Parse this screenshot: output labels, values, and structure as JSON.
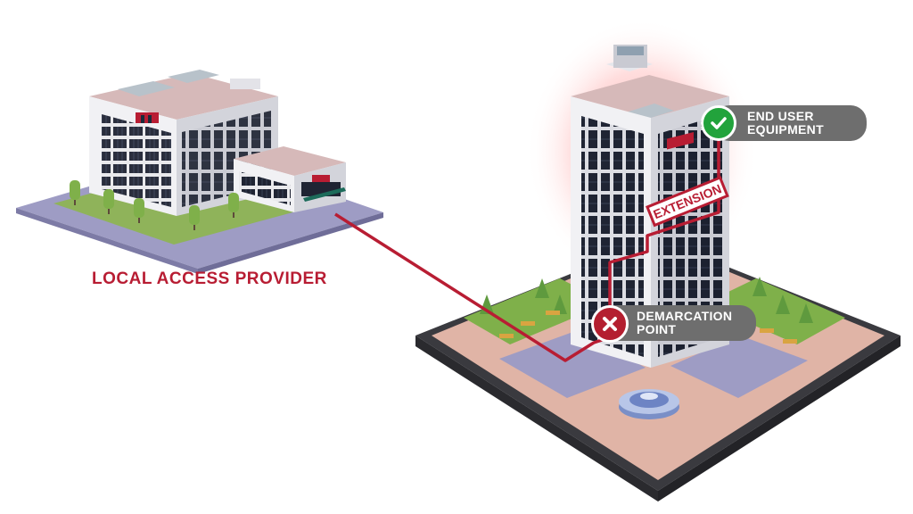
{
  "local_access_provider": {
    "label": "LOCAL ACCESS PROVIDER"
  },
  "end_user_equipment": {
    "line1": "END USER",
    "line2": "EQUIPMENT",
    "status_icon": "check-icon",
    "badge_color": "#22a33c"
  },
  "demarcation_point": {
    "line1": "DEMARCATION",
    "line2": "POINT",
    "status_icon": "x-icon",
    "badge_color": "#b41f30"
  },
  "extension": {
    "label": "EXTENSION"
  },
  "colors": {
    "cable": "#b81d33",
    "pill": "#6e6e6e",
    "glow": "#ff6b6b"
  }
}
